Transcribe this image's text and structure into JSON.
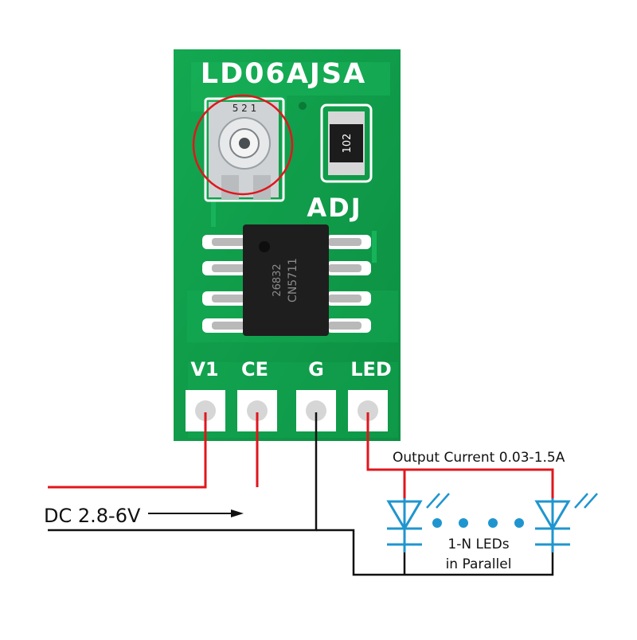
{
  "board": {
    "model": "LD06AJSA",
    "adj_label": "ADJ",
    "resistor_code": "102",
    "chip_line1": "CN5711",
    "chip_line2": "26832",
    "pot_marks": "5 2 1",
    "colors": {
      "pcb": "#0f9e4a",
      "pcb_trace": "#18b85c",
      "silkscreen": "#ffffff",
      "chip": "#1e1e1e",
      "highlight_circle": "#e0161c"
    }
  },
  "pins": [
    {
      "label": "V1"
    },
    {
      "label": "CE"
    },
    {
      "label": "G"
    },
    {
      "label": "LED"
    }
  ],
  "annotations": {
    "input_label": "DC 2.8-6V",
    "output_label": "Output Current 0.03-1.5A",
    "leds_line1": "1-N LEDs",
    "leds_line2": "in Parallel"
  },
  "wire_colors": {
    "positive": "#e0161c",
    "ground": "#111111",
    "led": "#1f95cf",
    "dots": "#1f95cf"
  }
}
